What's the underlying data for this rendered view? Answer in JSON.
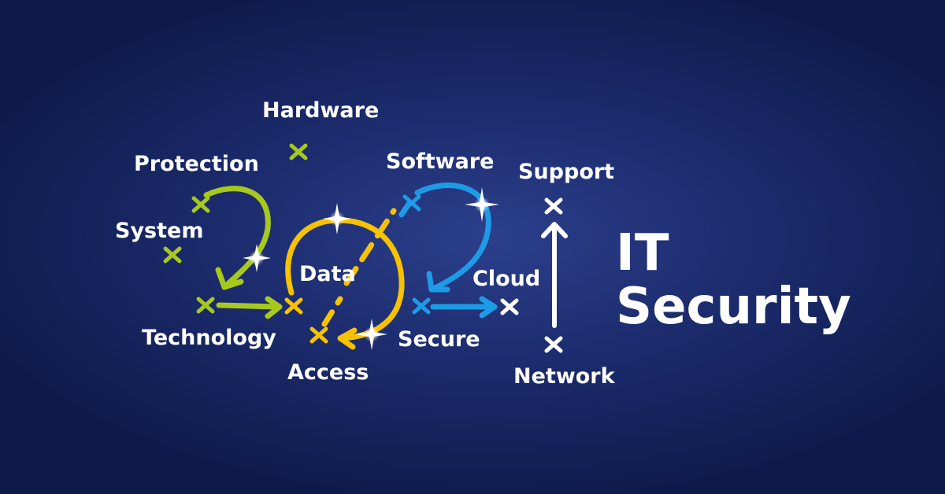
{
  "colors": {
    "background": "#1c2c6e",
    "green": "#a7c91d",
    "yellow": "#f7c300",
    "blue": "#1e9be6",
    "white": "#ffffff"
  },
  "year_graphic": {
    "digits": [
      "2",
      "0",
      "2",
      "1"
    ],
    "digit_colors": [
      "green",
      "yellow",
      "blue",
      "white"
    ]
  },
  "words": {
    "hardware": "Hardware",
    "protection": "Protection",
    "system": "System",
    "technology": "Technology",
    "data": "Data",
    "access": "Access",
    "software": "Software",
    "cloud": "Cloud",
    "secure": "Secure",
    "support": "Support",
    "network": "Network"
  },
  "title": {
    "line1": "IT",
    "line2": "Security"
  },
  "icons": [
    "x-mark-icon",
    "arrow-icon",
    "sparkle-icon"
  ]
}
